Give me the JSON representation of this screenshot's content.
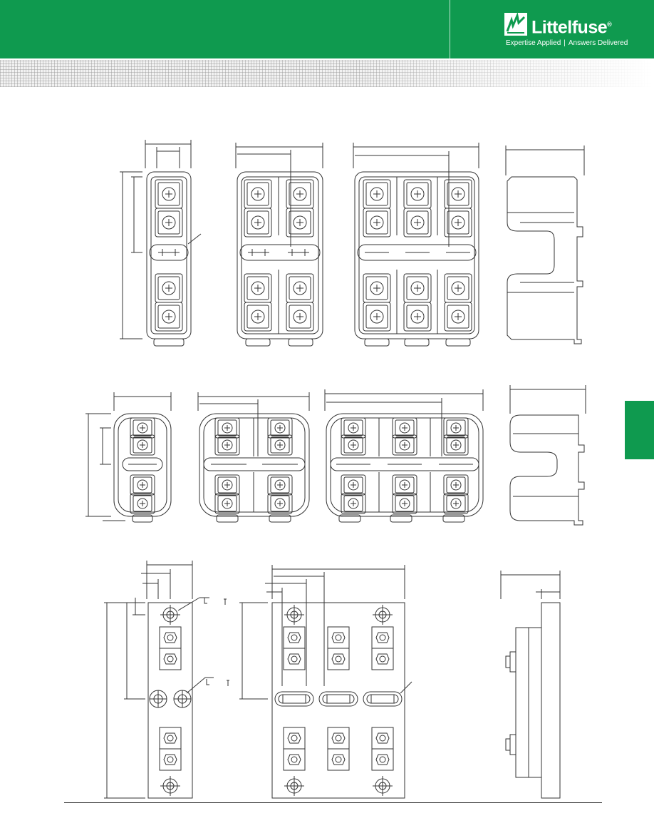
{
  "brand": {
    "name": "Littelfuse",
    "trademark": "®",
    "tagline_left": "Expertise Applied",
    "tagline_separator": "|",
    "tagline_right": "Answers Delivered"
  },
  "colors": {
    "brand_green": "#0f9a4f",
    "line": "#333333"
  },
  "icons": {
    "logo_mark": "littelfuse-logo-icon"
  }
}
